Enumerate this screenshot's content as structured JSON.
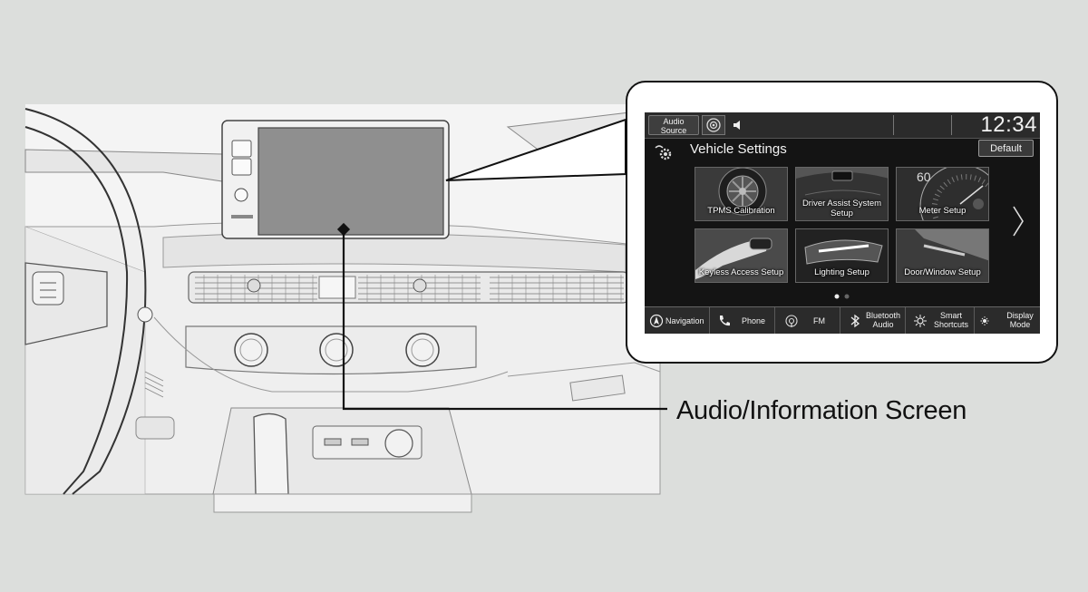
{
  "caption": "Audio/Information Screen",
  "screen": {
    "topbar": {
      "audio_source_line1": "Audio",
      "audio_source_line2": "Source",
      "clock": "12:34",
      "icons": [
        "podcast-icon",
        "speaker-icon"
      ]
    },
    "title": "Vehicle Settings",
    "default_label": "Default",
    "tiles": [
      {
        "label": "TPMS Calibration",
        "icon": "tire-photo"
      },
      {
        "label_line1": "Driver Assist System",
        "label_line2": "Setup",
        "icon": "sensor-photo"
      },
      {
        "label": "Meter Setup",
        "icon": "gauge-photo",
        "gauge_number": "60"
      },
      {
        "label": "Keyless Access Setup",
        "icon": "key-fob-photo"
      },
      {
        "label": "Lighting Setup",
        "icon": "headlight-photo"
      },
      {
        "label": "Door/Window Setup",
        "icon": "door-photo"
      }
    ],
    "page_indicator": {
      "pages": 2,
      "current": 1
    },
    "bottombar": {
      "navigation": "Navigation",
      "phone": "Phone",
      "fm": "FM",
      "bluetooth_line1": "Bluetooth",
      "bluetooth_line2": "Audio",
      "smart_line1": "Smart",
      "smart_line2": "Shortcuts",
      "display_line1": "Display",
      "display_line2": "Mode"
    }
  }
}
